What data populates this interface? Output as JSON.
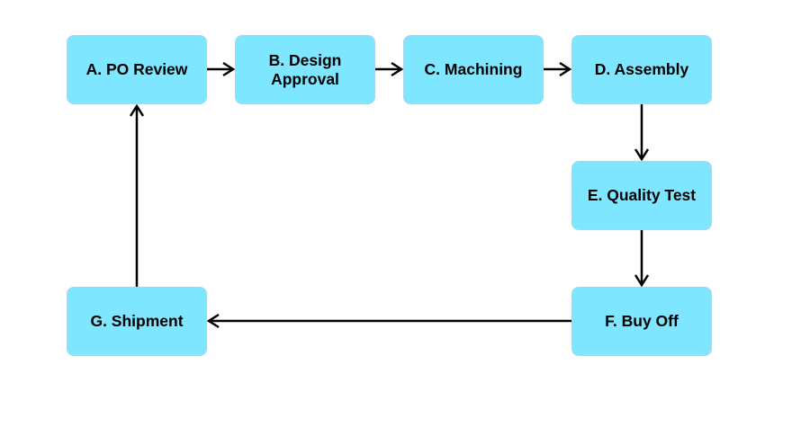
{
  "nodes": {
    "a": "A. PO Review",
    "b": "B. Design Approval",
    "c": "C. Machining",
    "d": "D. Assembly",
    "e": "E. Quality Test",
    "f": "F. Buy Off",
    "g": "G. Shipment"
  },
  "edges": [
    [
      "a",
      "b"
    ],
    [
      "b",
      "c"
    ],
    [
      "c",
      "d"
    ],
    [
      "d",
      "e"
    ],
    [
      "e",
      "f"
    ],
    [
      "f",
      "g"
    ],
    [
      "g",
      "a"
    ]
  ],
  "colors": {
    "node_fill": "#7fe6ff",
    "node_border": "#a9d6ee",
    "arrow": "#000000"
  }
}
